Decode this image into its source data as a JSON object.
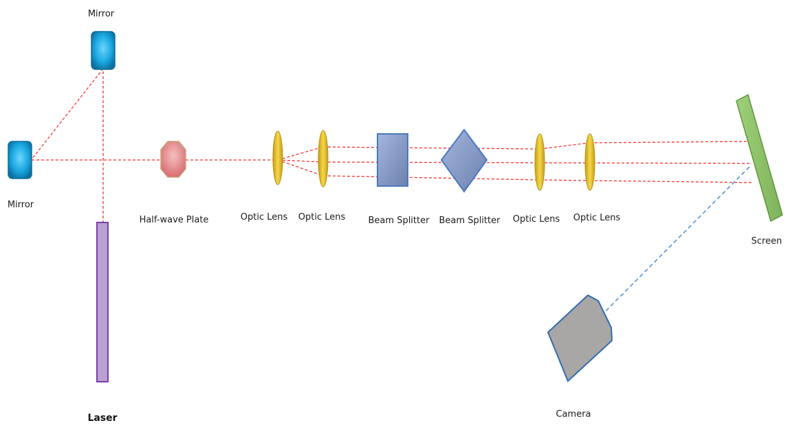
{
  "labels": {
    "mirror_top": "Mirror",
    "mirror_left": "Mirror",
    "half_wave_plate": "Half-wave Plate",
    "optic_lens_1": "Optic Lens",
    "optic_lens_2": "Optic Lens",
    "beam_splitter_1": "Beam Splitter",
    "beam_splitter_2": "Beam Splitter",
    "optic_lens_3": "Optic Lens",
    "optic_lens_4": "Optic Lens",
    "screen": "Screen",
    "laser": "Laser",
    "camera": "Camera"
  },
  "colors": {
    "mirror": "#1aa7e0",
    "mirror_edge": "#0b6f9e",
    "half_wave_plate": "#e3898c",
    "lens": "#e5c239",
    "lens_edge": "#b58f10",
    "beam_splitter": "#7e97c9",
    "beam_splitter_edge": "#4a78c0",
    "screen": "#8fc26a",
    "screen_edge": "#5f9440",
    "laser": "#b9a1d2",
    "laser_edge": "#7a3ea8",
    "camera": "#a9a6a6",
    "camera_edge": "#2f6cb0",
    "beam_red": "#ff2a2a",
    "beam_blue": "#4d94d8"
  }
}
